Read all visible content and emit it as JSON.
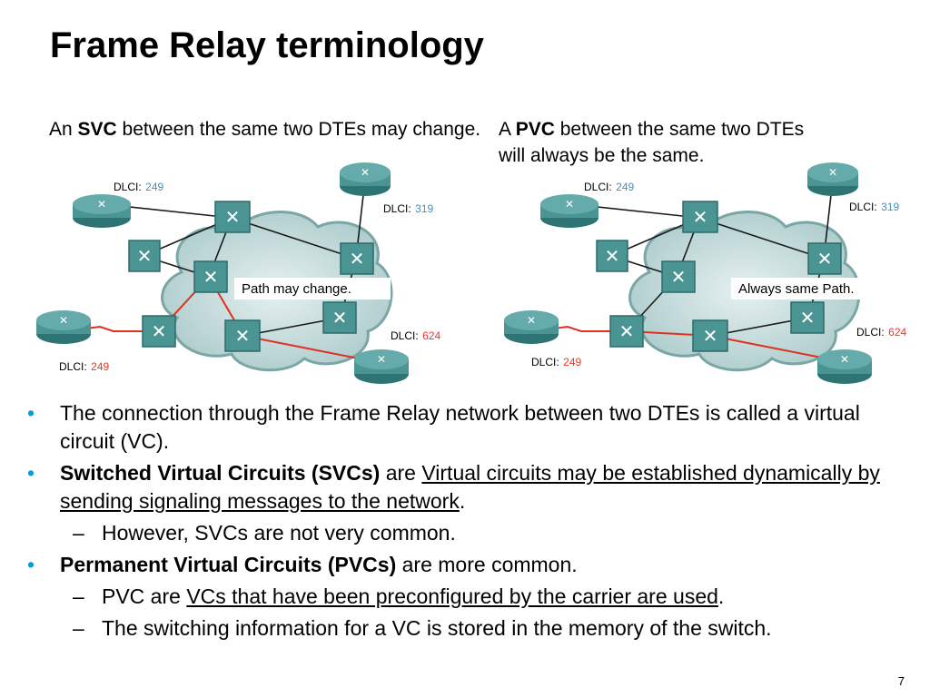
{
  "title": "Frame Relay terminology",
  "left_caption": {
    "pre": "An ",
    "bold": "SVC",
    "post": " between the same two DTEs may change."
  },
  "right_caption": {
    "pre": "A ",
    "bold": "PVC",
    "post": " between the same two DTEs will always be the same."
  },
  "left_diagram": {
    "dlci_label": "DLCI:",
    "dlci_top": "249",
    "dlci_right": "319",
    "dlci_bottom_right": "624",
    "dlci_bottom_left": "249",
    "callout": "Path may change."
  },
  "right_diagram": {
    "dlci_label": "DLCI:",
    "dlci_top": "249",
    "dlci_right": "319",
    "dlci_bottom_right": "624",
    "dlci_bottom_left": "249",
    "callout": "Always same Path."
  },
  "colors": {
    "accent_blue": "#00a0d8",
    "dlci_blue": "#4a8fb8",
    "dlci_red": "#e83828",
    "path_red": "#e03020",
    "device_teal": "#3d8a8a",
    "cloud": "#c8dede"
  },
  "bullets": {
    "b1": "The connection through the Frame Relay network between two DTEs is called a virtual circuit (VC).",
    "b2_bold": "Switched Virtual Circuits (SVCs)",
    "b2_mid": " are ",
    "b2_underline": "Virtual circuits may be established dynamically by sending signaling messages to the network",
    "b2_end": ".",
    "b2_sub": "However, SVCs are not very common.",
    "b3_bold": "Permanent Virtual Circuits (PVCs)",
    "b3_rest": " are more common.",
    "b3_sub1_pre": "PVC are ",
    "b3_sub1_underline": "VCs that have been preconfigured by the carrier are used",
    "b3_sub1_end": ".",
    "b3_sub2": "The switching information for a VC is stored in the memory of the switch."
  },
  "page_number": "7"
}
